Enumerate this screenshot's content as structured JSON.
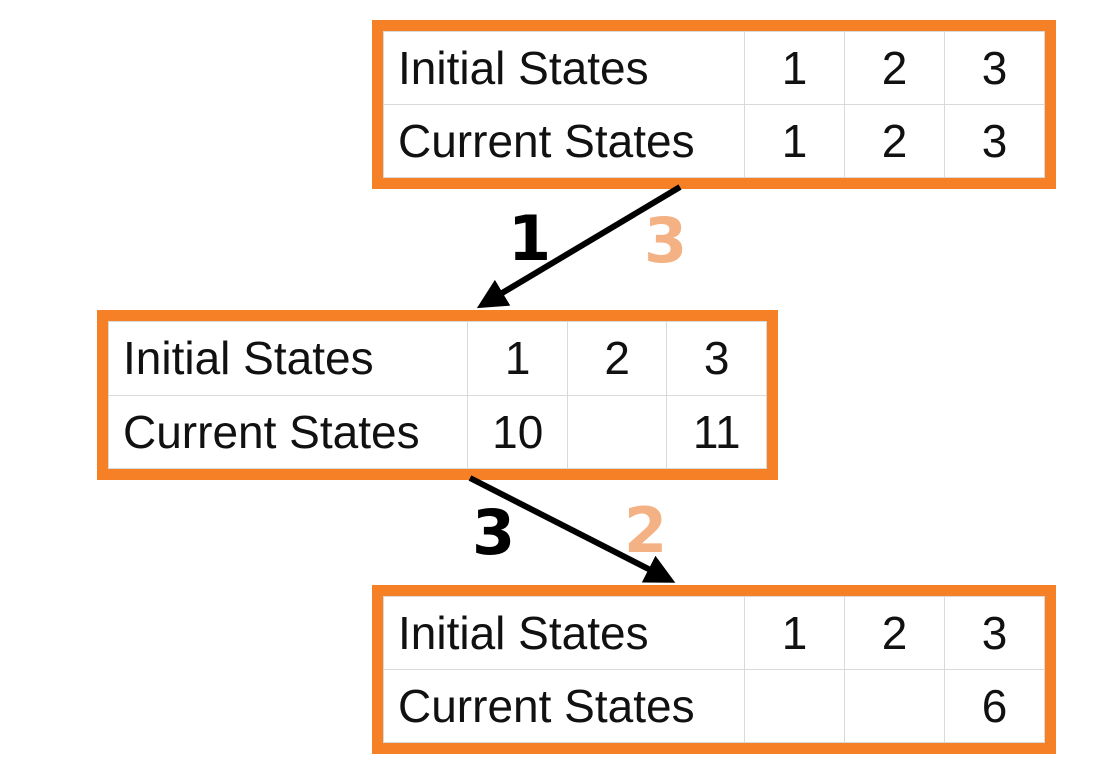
{
  "colors": {
    "box_border": "#f58025",
    "step_primary": "#000000",
    "step_secondary": "#f4b183"
  },
  "rows": {
    "initial": "Initial States",
    "current": "Current States"
  },
  "boxes": [
    {
      "initial": [
        "1",
        "2",
        "3"
      ],
      "current": [
        "1",
        "2",
        "3"
      ]
    },
    {
      "initial": [
        "1",
        "2",
        "3"
      ],
      "current": [
        "10",
        "",
        "11"
      ]
    },
    {
      "initial": [
        "1",
        "2",
        "3"
      ],
      "current": [
        "",
        "",
        "6"
      ]
    }
  ],
  "transitions": [
    {
      "primary": "1",
      "secondary": "3"
    },
    {
      "primary": "3",
      "secondary": "2"
    }
  ]
}
